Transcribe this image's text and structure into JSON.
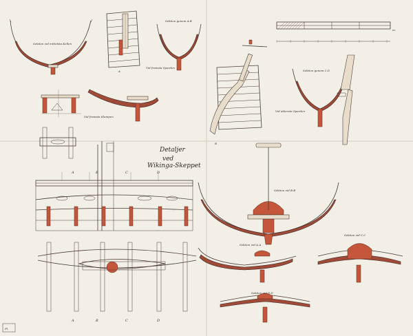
{
  "title": {
    "line1": "Detaljer",
    "line2": "ved",
    "line3": "Wikinga-Skeppet"
  },
  "labels": {
    "sektion_midtre_kollen": "Sektion vid mittelsta Kollen",
    "sektion_genom_ab": "Sektion genom A.B",
    "ved_framsta_sparden": "Vid framsta Sparden",
    "ved_framsta_klampen": "Vid framsta Klampen",
    "sektion_genom_cd": "Sektion genom C.D",
    "ved_aktersta_sparden": "Vid aktersta Sparden",
    "sektion_ved_bb": "Sektion vid B.B",
    "sektion_ved_aa": "Sektion vid A.A",
    "sektion_ved_cc": "Sektion vid C.C",
    "sektion_ved_dd": "Sektion vid D.D",
    "section_markers": [
      "A",
      "B",
      "C",
      "D"
    ],
    "corner_stamp": "Pl.",
    "scale_unit": "m."
  },
  "colors": {
    "paper": "#f2efe7",
    "ink": "#4a3a34",
    "hull_brown": "#a04a38",
    "keel_red": "#c4563b"
  }
}
